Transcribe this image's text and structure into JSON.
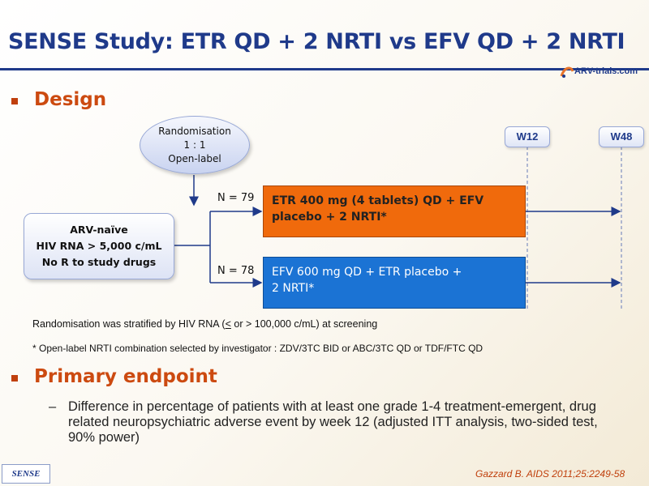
{
  "slide": {
    "title": "SENSE Study: ETR QD + 2 NRTI vs EFV QD + 2 NRTI",
    "logo_text": "ARV-trials.com",
    "accent_colors": {
      "title_blue": "#1f3a8a",
      "section_orange": "#cc4a10",
      "arm1_orange": "#f06a0c",
      "arm2_blue": "#1b73d4"
    }
  },
  "design": {
    "heading": "Design",
    "randomisation": [
      "Randomisation",
      "1 : 1",
      "Open-label"
    ],
    "population": [
      "ARV-naïve",
      "HIV RNA > 5,000 c/mL",
      "No R to study drugs"
    ],
    "arms": [
      {
        "n_label": "N = 79",
        "lines": [
          "ETR 400 mg (4 tablets) QD + EFV",
          "placebo + 2 NRTI*"
        ]
      },
      {
        "n_label": "N = 78",
        "lines": [
          "EFV 600 mg QD + ETR placebo +",
          "2 NRTI*"
        ]
      }
    ],
    "weeks": [
      "W12",
      "W48"
    ],
    "stratification_note": {
      "before": "Randomisation was stratified by HIV RNA (",
      "underlined": "<",
      "after": " or > 100,000 c/mL) at screening"
    },
    "footnote": "* Open-label NRTI combination selected by investigator : ZDV/3TC BID or ABC/3TC QD or TDF/FTC QD"
  },
  "primary_endpoint": {
    "heading": "Primary endpoint",
    "dash": "–",
    "text": "Difference in percentage of patients with at least one grade 1-4 treatment-emergent, drug related neuropsychiatric adverse event by week 12 (adjusted ITT analysis, two-sided test, 90% power)"
  },
  "footer": {
    "tag": "SENSE",
    "citation": "Gazzard B. AIDS 2011;25:2249-58"
  }
}
